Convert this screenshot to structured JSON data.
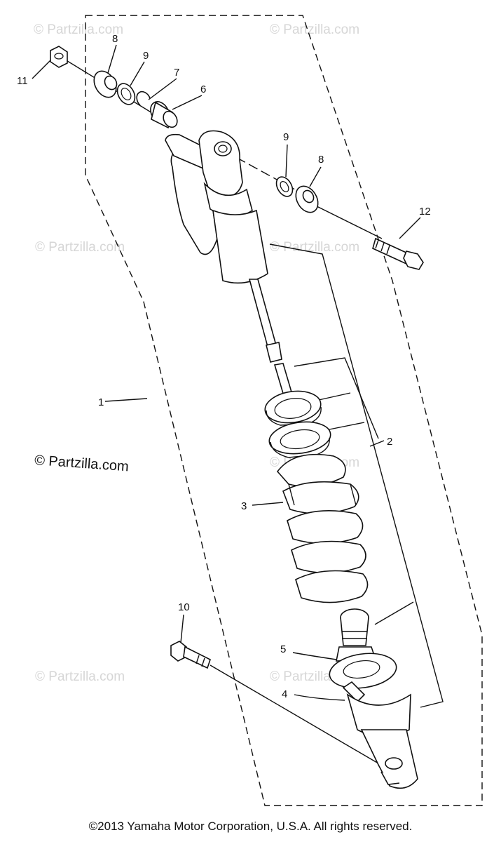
{
  "watermark": {
    "text": "© Partzilla.com",
    "primary_text": "© Partzilla.com"
  },
  "callouts": {
    "c1": "1",
    "c2": "2",
    "c3": "3",
    "c4": "4",
    "c5": "5",
    "c6": "6",
    "c7": "7",
    "c8a": "8",
    "c8b": "8",
    "c9a": "9",
    "c9b": "9",
    "c10": "10",
    "c11": "11",
    "c12": "12"
  },
  "footer": {
    "copyright": "©2013 Yamaha Motor Corporation, U.S.A. All rights reserved."
  }
}
